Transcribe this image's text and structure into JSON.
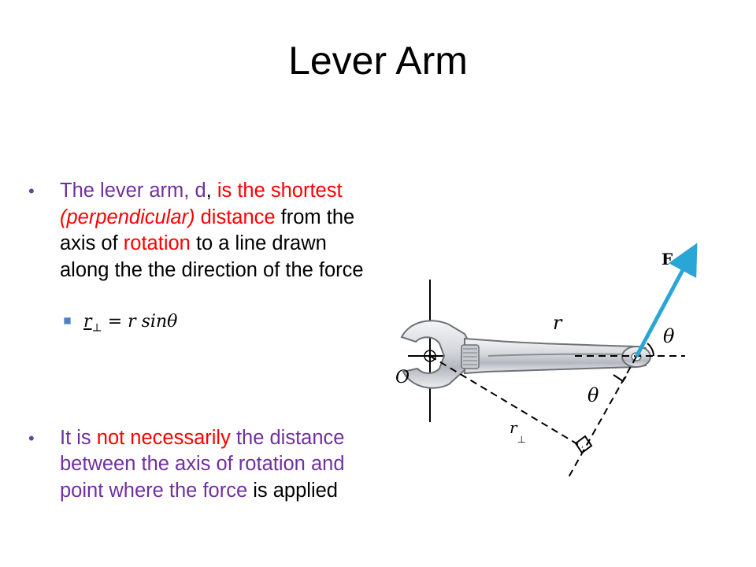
{
  "title": "Lever Arm",
  "bullet1": {
    "segments": [
      {
        "text": "The lever arm, d",
        "color": "purple"
      },
      {
        "text": ", ",
        "color": "black"
      },
      {
        "text": "is the shortest ",
        "color": "red"
      },
      {
        "text": "(perpendicular)",
        "color": "red",
        "italic": true
      },
      {
        "text": " distance",
        "color": "red"
      },
      {
        "text": " from the axis of ",
        "color": "purple"
      },
      {
        "text": "rotation",
        "color": "red"
      },
      {
        "text": " to a line drawn along the the direction of the force",
        "color": "black"
      }
    ]
  },
  "subbullet": {
    "r_perp": "r",
    "perp_symbol": "⊥",
    "equation": " = r sinθ"
  },
  "bullet2": {
    "segments": [
      {
        "text": "It is ",
        "color": "purple"
      },
      {
        "text": "not necessarily",
        "color": "red"
      },
      {
        "text": " the distance",
        "color": "purple"
      },
      {
        "text": " between the axis of rotation and point where the force",
        "color": "purple"
      },
      {
        "text": " is applied",
        "color": "black"
      }
    ]
  },
  "diagram": {
    "force_label": "F",
    "r_label": "r",
    "theta_label": "θ",
    "origin_label": "O",
    "r_perp_label": "r",
    "perp_symbol": "⊥",
    "colors": {
      "force_arrow": "#2aa6d6",
      "wrench_light": "#e9ebee",
      "wrench_dark": "#6e7177"
    }
  }
}
